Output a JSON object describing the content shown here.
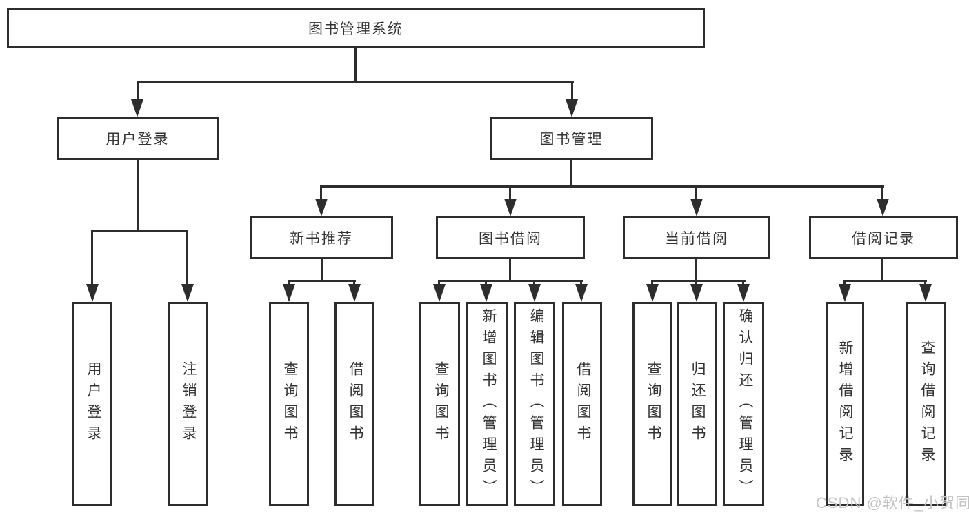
{
  "diagram": {
    "root": {
      "label": "图书管理系统"
    },
    "branches": [
      {
        "label": "用户登录",
        "children": [
          {
            "label": "用户登录"
          },
          {
            "label": "注销登录"
          }
        ]
      },
      {
        "label": "图书管理",
        "sections": [
          {
            "label": "新书推荐",
            "children": [
              {
                "label": "查询图书"
              },
              {
                "label": "借阅图书"
              }
            ]
          },
          {
            "label": "图书借阅",
            "children": [
              {
                "label": "查询图书"
              },
              {
                "label": "新增图书（管理员）"
              },
              {
                "label": "编辑图书（管理员）"
              },
              {
                "label": "借阅图书"
              }
            ]
          },
          {
            "label": "当前借阅",
            "children": [
              {
                "label": "查询图书"
              },
              {
                "label": "归还图书"
              },
              {
                "label": "确认归还（管理员）"
              }
            ]
          },
          {
            "label": "借阅记录",
            "children": [
              {
                "label": "新增借阅记录"
              },
              {
                "label": "查询借阅记录"
              }
            ]
          }
        ]
      }
    ]
  },
  "watermark": {
    "text": "CSDN @软件_小贺同学"
  },
  "colors": {
    "line": "#2d2d2d",
    "border": "#2d2d2d",
    "text": "#333333",
    "watermark": "#c3c3c3",
    "background": "#ffffff"
  }
}
